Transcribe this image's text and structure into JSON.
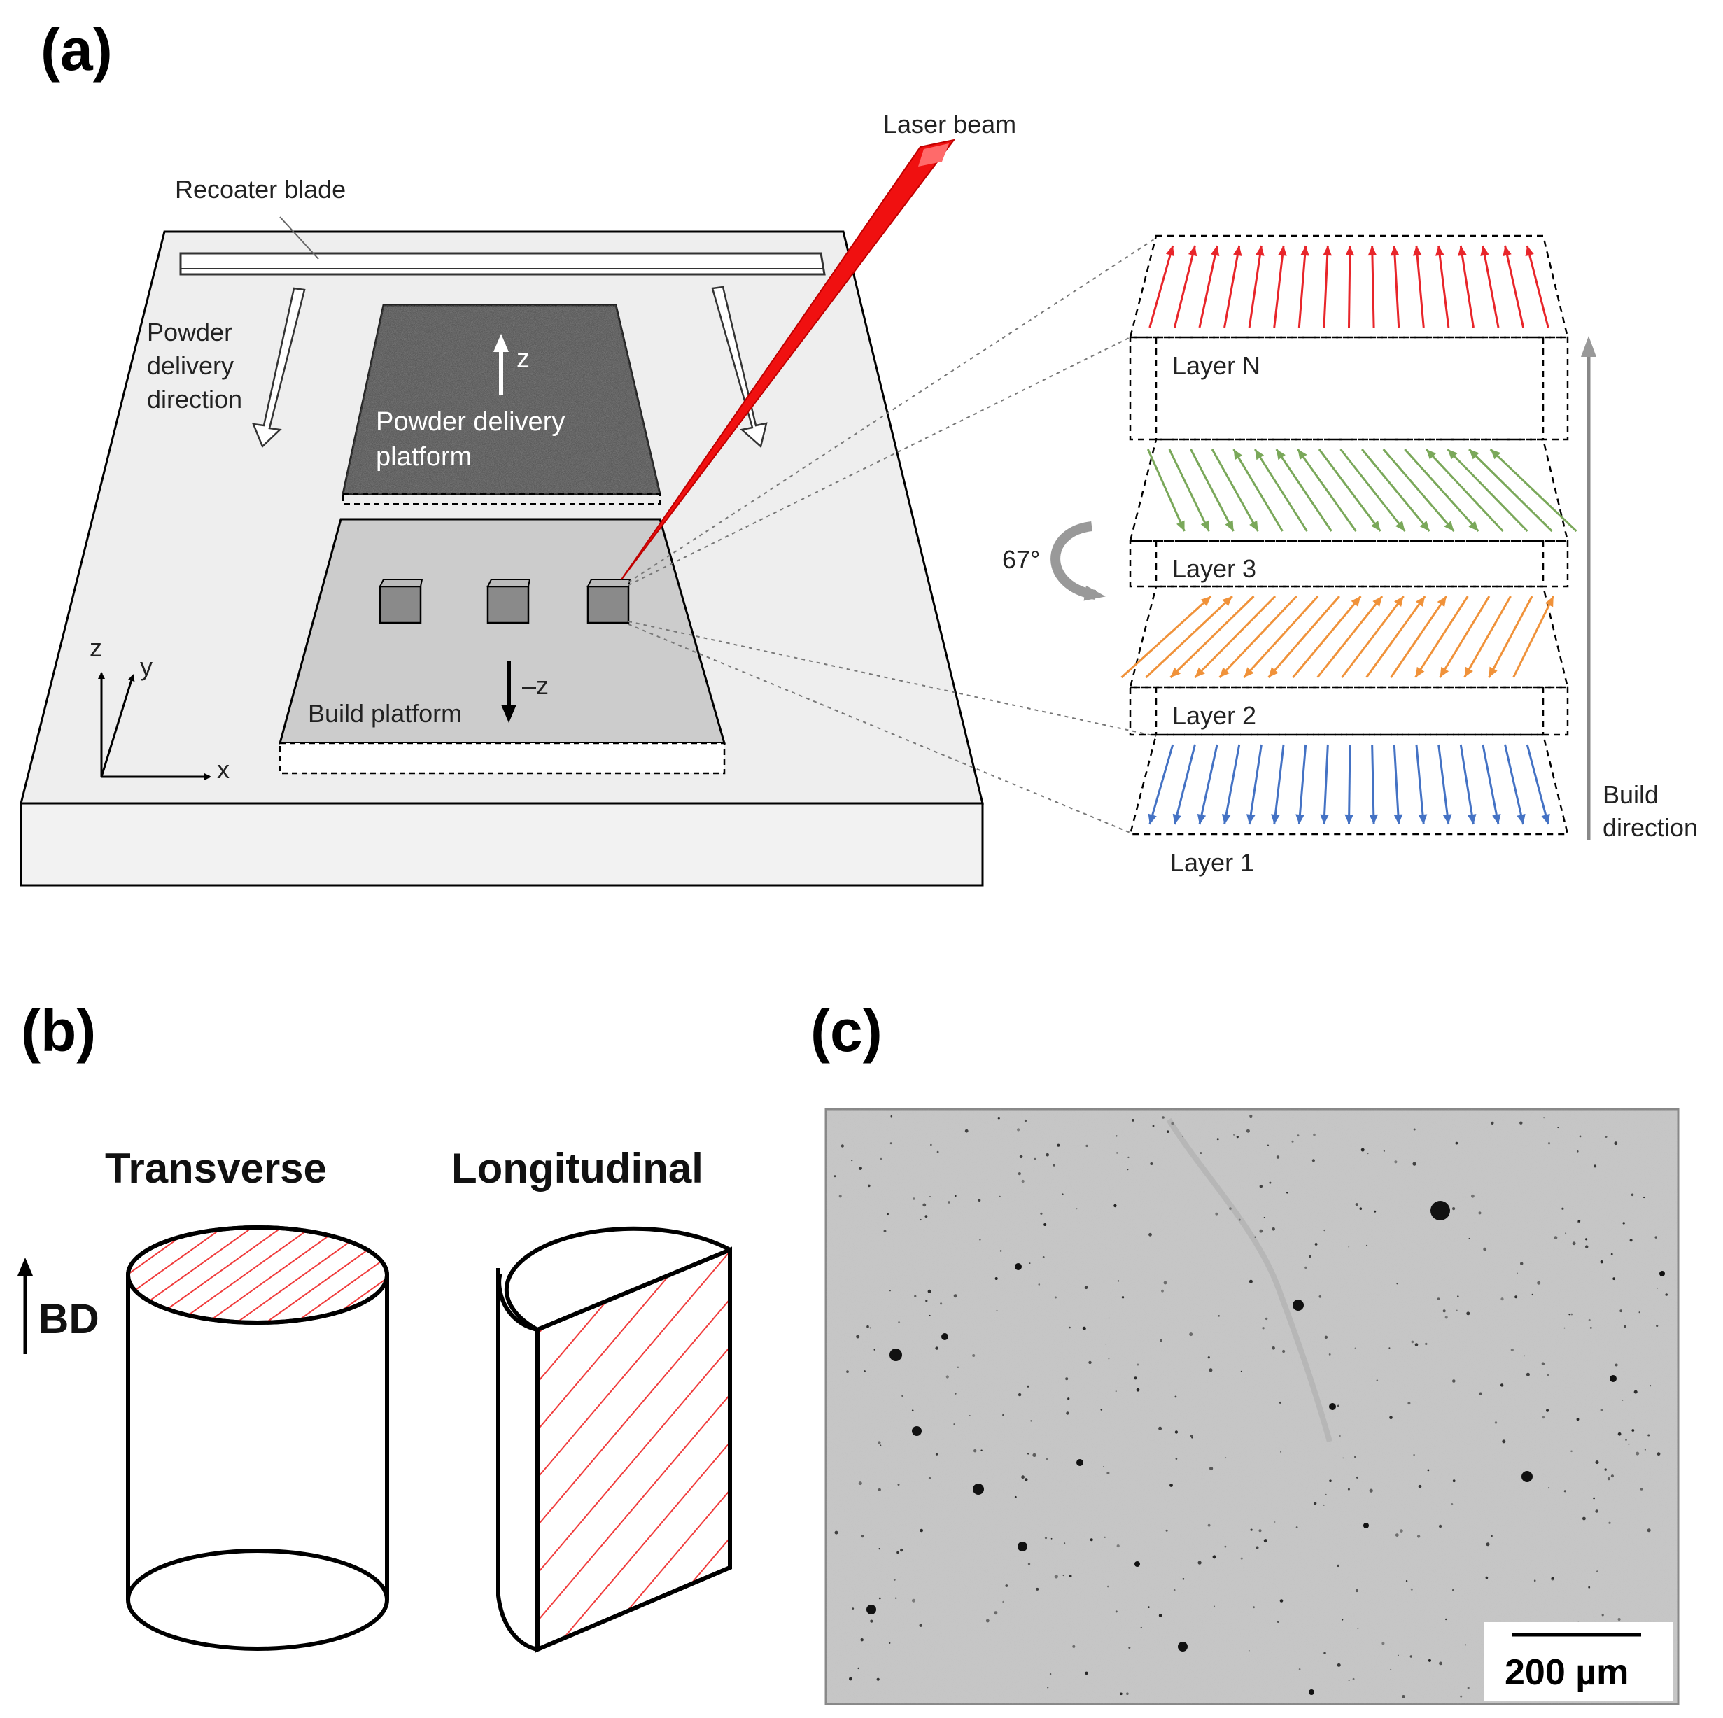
{
  "panels": {
    "a": "(a)",
    "b": "(b)",
    "c": "(c)"
  },
  "panel_a": {
    "laser_beam": "Laser beam",
    "recoater_blade": "Recoater blade",
    "powder_delivery_direction": [
      "Powder",
      "delivery",
      "direction"
    ],
    "powder_platform": [
      "Powder delivery",
      "platform"
    ],
    "z_up": "z",
    "build_platform": "Build platform",
    "minus_z": "–z",
    "axes": {
      "x": "x",
      "y": "y",
      "z": "z"
    },
    "layers": {
      "n": "Layer N",
      "l3": "Layer 3",
      "l2": "Layer 2",
      "l1": "Layer 1"
    },
    "rotation": "67°",
    "build_direction": [
      "Build",
      "direction"
    ],
    "colors": {
      "layer_n": "#e8252a",
      "layer_green": "#7aa85a",
      "layer_orange": "#f0923a",
      "layer_1": "#4472c4",
      "laser": "#f01010",
      "hatch": "#f03c3c"
    }
  },
  "panel_b": {
    "transverse": "Transverse",
    "longitudinal": "Longitudinal",
    "bd": "BD"
  },
  "panel_c": {
    "scale_bar": "200 µm"
  }
}
